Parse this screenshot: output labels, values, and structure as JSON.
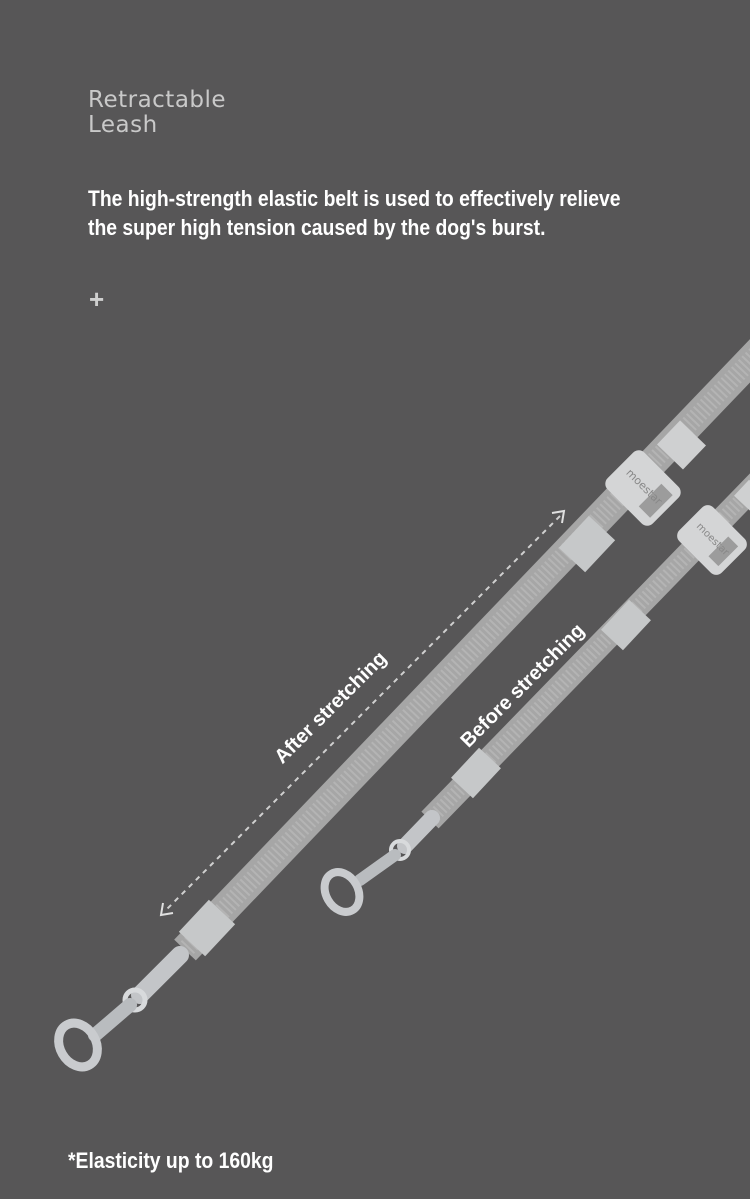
{
  "title_line1": "Retractable",
  "title_line2": "Leash",
  "description": "The high-strength elastic belt is used to effectively relieve the super high tension caused by the dog's burst.",
  "plus_symbol": "+",
  "label_after": "After stretching",
  "label_before": "Before stretching",
  "brand": "moestar",
  "footnote": "*Elasticity up to 160kg",
  "colors": {
    "background": "#575657",
    "strap": "#a8a8a8",
    "sleeve": "#c8cacb",
    "metal": "#b9bcbf"
  }
}
